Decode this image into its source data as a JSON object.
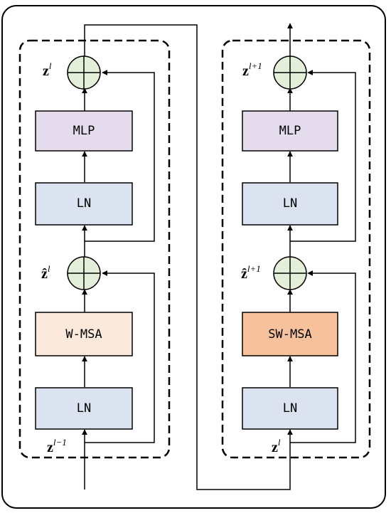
{
  "left_block": {
    "mlp_label": "MLP",
    "ln_top_label": "LN",
    "wmsa_label": "W-MSA",
    "ln_bottom_label": "LN",
    "z_out": {
      "base": "z",
      "sup": "l"
    },
    "z_hat": {
      "base": "ẑ",
      "sup": "l"
    },
    "z_in": {
      "base": "z",
      "sup": "l−1"
    }
  },
  "right_block": {
    "mlp_label": "MLP",
    "ln_top_label": "LN",
    "swmsa_label": "SW-MSA",
    "ln_bottom_label": "LN",
    "z_out": {
      "base": "z",
      "sup": "l+1"
    },
    "z_hat": {
      "base": "ẑ",
      "sup": "l+1"
    },
    "z_in": {
      "base": "z",
      "sup": "l"
    }
  },
  "colors": {
    "mlp_fill": "#e4dcec",
    "ln_fill": "#dae3ef",
    "wmsa_fill": "#fbe9dc",
    "swmsa_fill": "#f7c29b",
    "add_fill": "#e3efd9",
    "stroke": "#000000"
  }
}
